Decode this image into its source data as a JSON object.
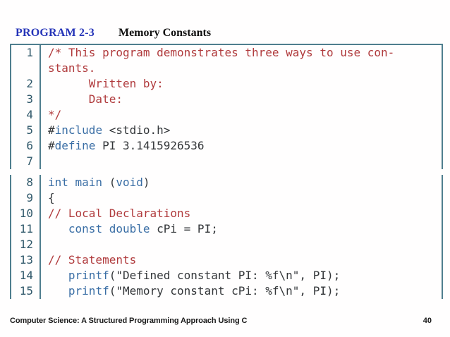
{
  "title": {
    "program_label": "PROGRAM 2-3",
    "program_title": "Memory Constants"
  },
  "colors": {
    "title_accent": "#2433b8",
    "border": "#4f7e8e",
    "line_number": "#30586a",
    "plain": "#333639",
    "keyword": "#3a6ea5",
    "comment": "#b03a3c"
  },
  "code": {
    "boxes": [
      {
        "rows": [
          {
            "num": "1",
            "segments": [
              [
                "comment",
                "/* This program demonstrates three ways to use con-"
              ]
            ]
          },
          {
            "num": "",
            "segments": [
              [
                "comment",
                "stants."
              ]
            ]
          },
          {
            "num": "2",
            "segments": [
              [
                "comment",
                "      Written by:"
              ]
            ]
          },
          {
            "num": "3",
            "segments": [
              [
                "comment",
                "      Date:"
              ]
            ]
          },
          {
            "num": "4",
            "segments": [
              [
                "comment",
                "*/"
              ]
            ]
          },
          {
            "num": "5",
            "segments": [
              [
                "plain",
                "#"
              ],
              [
                "keyword",
                "include"
              ],
              [
                "plain",
                " <stdio.h>"
              ]
            ]
          },
          {
            "num": "6",
            "segments": [
              [
                "plain",
                "#"
              ],
              [
                "keyword",
                "define"
              ],
              [
                "plain",
                " PI 3.1415926536"
              ]
            ]
          },
          {
            "num": "7",
            "segments": []
          }
        ]
      },
      {
        "rows": [
          {
            "num": "8",
            "segments": [
              [
                "keyword",
                "int main"
              ],
              [
                "plain",
                " ("
              ],
              [
                "keyword",
                "void"
              ],
              [
                "plain",
                ")"
              ]
            ]
          },
          {
            "num": "9",
            "segments": [
              [
                "plain",
                "{"
              ]
            ]
          },
          {
            "num": "10",
            "segments": [
              [
                "comment",
                "// Local Declarations"
              ]
            ]
          },
          {
            "num": "11",
            "segments": [
              [
                "plain",
                "   "
              ],
              [
                "keyword",
                "const double"
              ],
              [
                "plain",
                " cPi = PI;"
              ]
            ]
          },
          {
            "num": "12",
            "segments": []
          },
          {
            "num": "13",
            "segments": [
              [
                "comment",
                "// Statements"
              ]
            ]
          },
          {
            "num": "14",
            "segments": [
              [
                "plain",
                "   "
              ],
              [
                "keyword",
                "printf"
              ],
              [
                "plain",
                "(\"Defined constant PI: %f\\n\", PI);"
              ]
            ]
          },
          {
            "num": "15",
            "segments": [
              [
                "plain",
                "   "
              ],
              [
                "keyword",
                "printf"
              ],
              [
                "plain",
                "(\"Memory constant cPi: %f\\n\", PI);"
              ]
            ]
          }
        ]
      }
    ]
  },
  "footer": {
    "book_title": "Computer Science: A Structured Programming Approach Using C",
    "page_number": "40"
  }
}
